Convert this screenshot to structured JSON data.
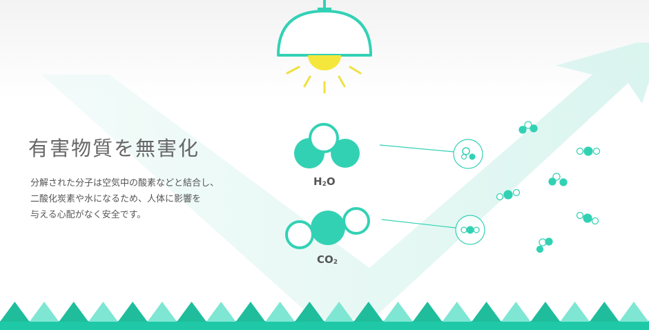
{
  "heading": "有害物質を無害化",
  "description": {
    "line1": "分解された分子は空気中の酸素などと結合し、",
    "line2": "二酸化炭素や水になるため、人体に影響を",
    "line3": "与える心配がなく安全です。"
  },
  "molecules": {
    "water": {
      "base": "H",
      "sub": "2",
      "tail": "O"
    },
    "co2": {
      "base": "CO",
      "sub": "2"
    }
  },
  "colors": {
    "teal": "#33d1b4",
    "teal_dark": "#1fbd9c",
    "teal_light": "#7ee6d3",
    "beam": "#e6f7f4",
    "bulb": "#f5e63b",
    "ray": "#f0e040"
  },
  "icons": [
    "lamp-icon",
    "water-molecule-icon",
    "co2-molecule-icon",
    "magnifier-icon"
  ]
}
